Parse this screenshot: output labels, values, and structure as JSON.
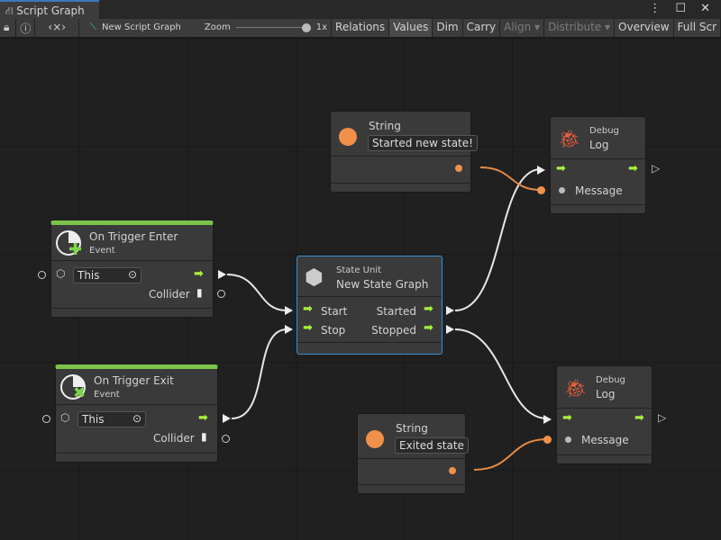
{
  "window": {
    "tab_title": "Script Graph",
    "controls": "⋮ ☐ ✕"
  },
  "toolbar": {
    "graph_name": "New Script Graph",
    "zoom_label": "Zoom",
    "zoom_value": "1x",
    "zoom_level": 1.0,
    "buttons": [
      "Relations",
      "Values",
      "Dim",
      "Carry",
      "Align ▾",
      "Distribute ▾",
      "Overview",
      "Full Scr"
    ]
  },
  "nodes": {
    "string1": {
      "title": "String",
      "value": "Started new state!"
    },
    "debug1": {
      "category": "Debug",
      "title": "Log",
      "message": "Message"
    },
    "trigger_enter": {
      "title": "On Trigger Enter",
      "subtitle": "Event",
      "target": "This",
      "output": "Collider"
    },
    "state_unit": {
      "category": "State Unit",
      "title": "New  State  Graph",
      "in1": "Start",
      "in2": "Stop",
      "out1": "Started",
      "out2": "Stopped"
    },
    "trigger_exit": {
      "title": "On Trigger Exit",
      "subtitle": "Event",
      "target": "This",
      "output": "Collider"
    },
    "debug2": {
      "category": "Debug",
      "title": "Log",
      "message": "Message"
    },
    "string2": {
      "title": "String",
      "value": "Exited state"
    }
  },
  "colors": {
    "event_bar": "#7dc34a",
    "flow_port": "#a6f03c",
    "string_port": "#f0904a",
    "selected_border": "#3a8fd0",
    "debug_icon": "#f0603a"
  }
}
